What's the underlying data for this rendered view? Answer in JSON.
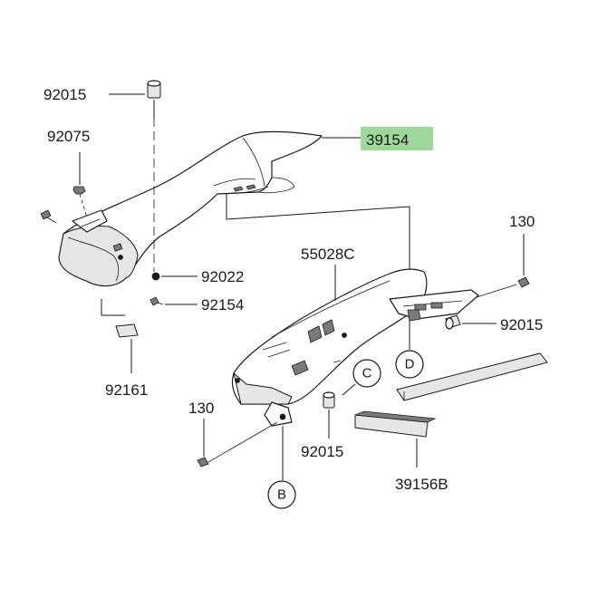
{
  "highlight_color": "#9fd89b",
  "labels": {
    "p92015_top": "92015",
    "p92075": "92075",
    "p39154": "39154",
    "p92022": "92022",
    "p92154": "92154",
    "p92161": "92161",
    "p55028C": "55028C",
    "p130_right": "130",
    "p92015_right": "92015",
    "p130_left": "130",
    "p92015_bottom": "92015",
    "p39156B": "39156B"
  },
  "callouts": {
    "B": "B",
    "C": "C",
    "D": "D"
  }
}
